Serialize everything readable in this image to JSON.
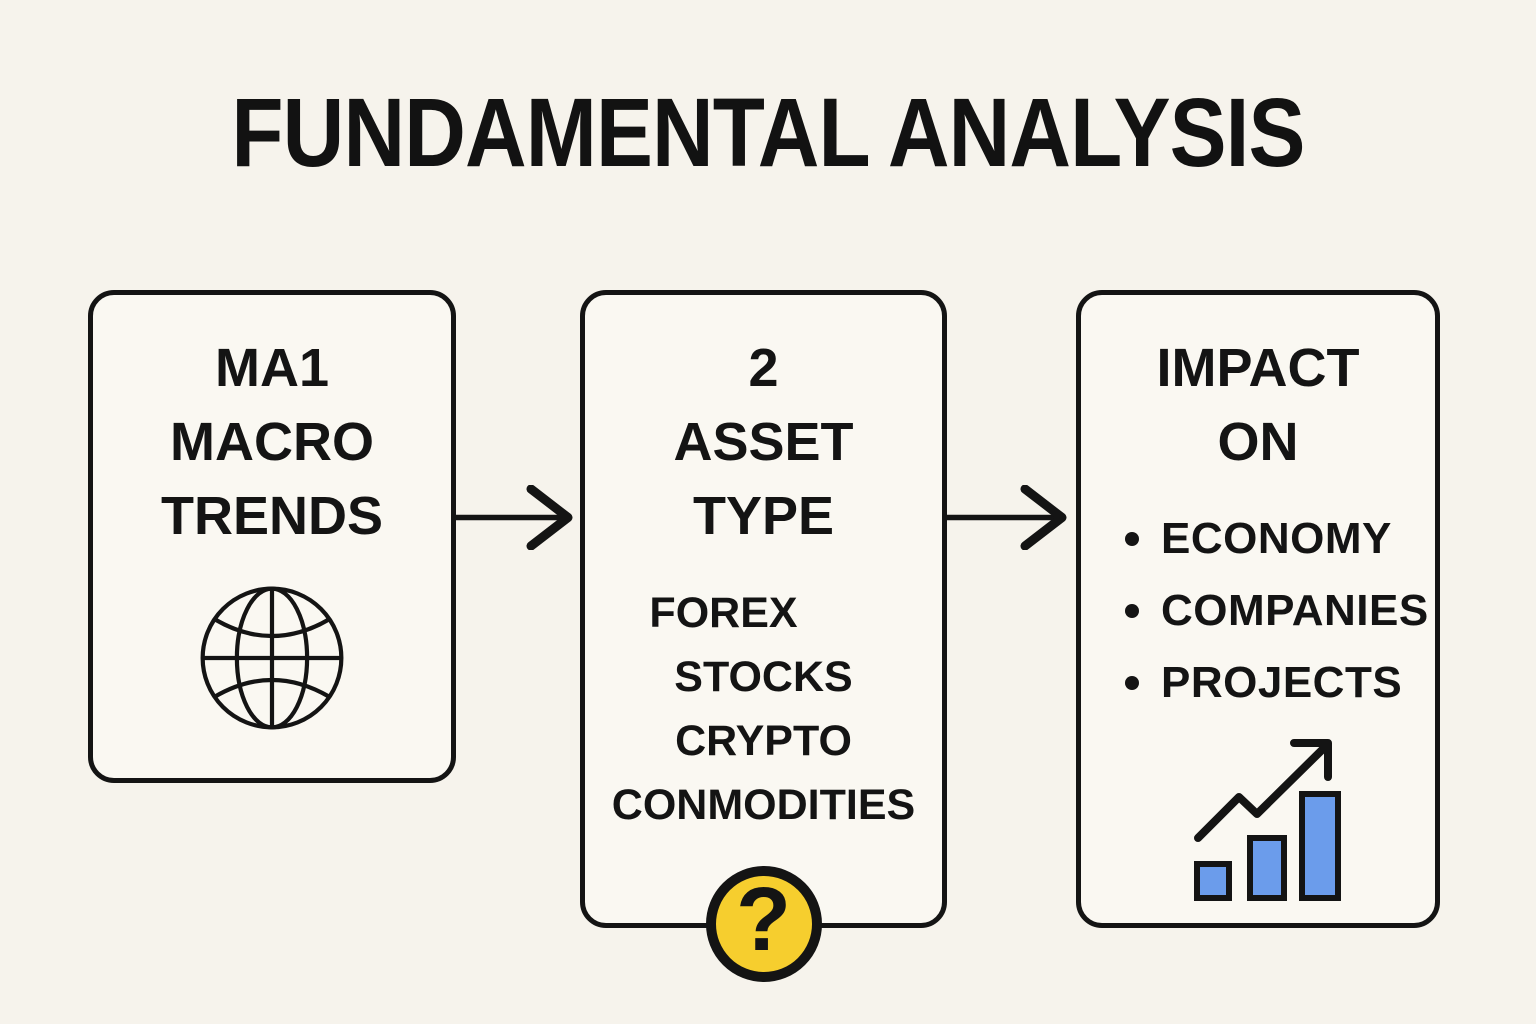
{
  "title": "FUNDAMENTAL ANALYSIS",
  "colors": {
    "background": "#f6f3ec",
    "box_fill": "#faf8f2",
    "ink": "#141414",
    "badge_yellow": "#f6ce2e",
    "bar_blue": "#6b9ceb"
  },
  "boxes": {
    "macro": {
      "lines": [
        "MA1",
        "MACRO",
        "TRENDS"
      ],
      "icon": "globe"
    },
    "asset": {
      "lines": [
        "2",
        "ASSET",
        "TYPE"
      ],
      "items": [
        "FOREX",
        "STOCKS",
        "CRYPTO",
        "CONMODITIES"
      ],
      "badge": "?"
    },
    "impact": {
      "lines": [
        "IMPACT",
        "ON"
      ],
      "bullets": [
        "ECONOMY",
        "COMPANIES",
        "PROJECTS"
      ],
      "icon": "growth-chart"
    }
  }
}
